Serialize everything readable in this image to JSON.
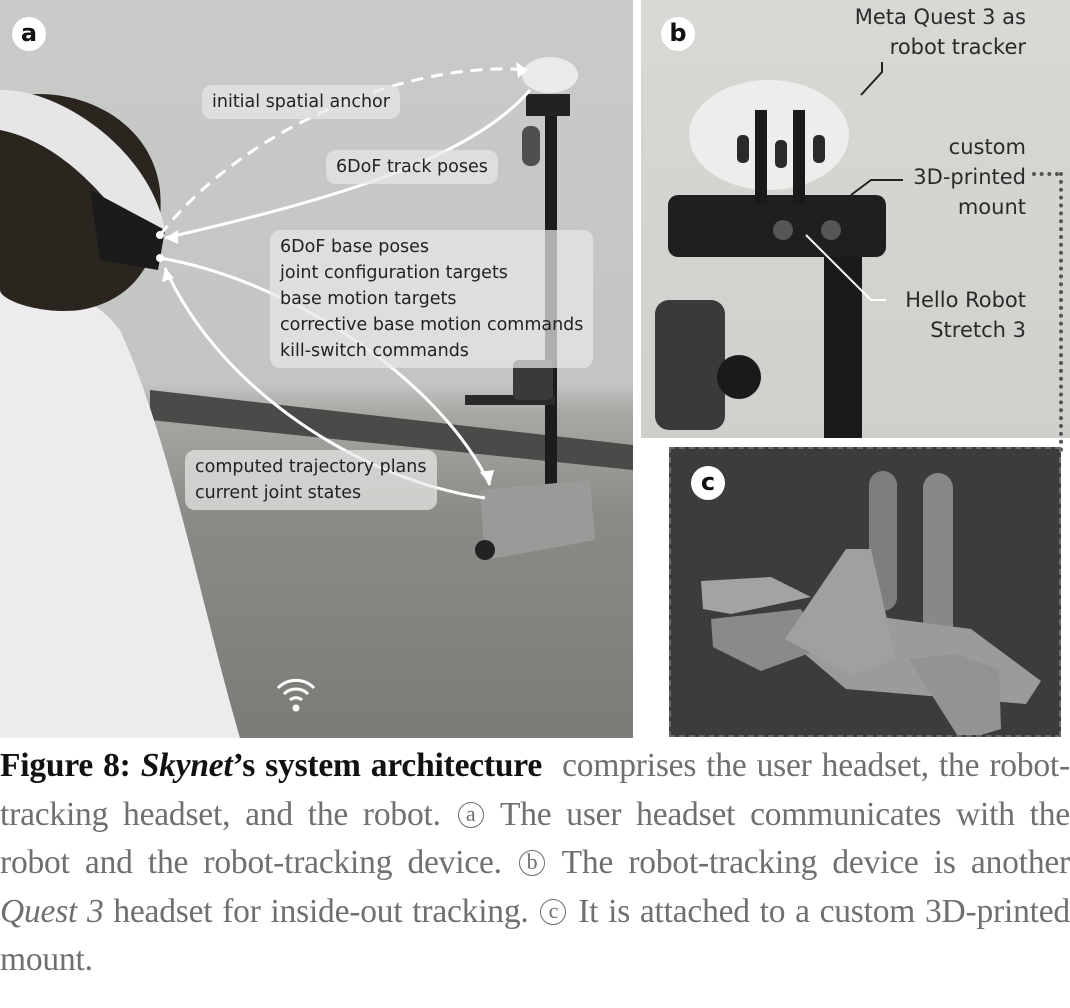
{
  "figure": {
    "panels": {
      "a": {
        "badge": "a",
        "labels": {
          "anchor": "initial spatial anchor",
          "track": "6DoF track poses",
          "commands": [
            "6DoF base poses",
            "joint configuration targets",
            "base motion targets",
            "corrective base motion commands",
            "kill-switch commands"
          ],
          "robot_to_user": [
            "computed trajectory plans",
            "current joint states"
          ]
        },
        "icons": [
          "wifi-icon"
        ]
      },
      "b": {
        "badge": "b",
        "callouts": {
          "tracker": [
            "Meta Quest 3 as",
            "robot tracker"
          ],
          "mount": [
            "custom",
            "3D-printed",
            "mount"
          ],
          "robot": [
            "Hello Robot",
            "Stretch 3"
          ]
        }
      },
      "c": {
        "badge": "c"
      }
    },
    "caption": {
      "figure_label": "Figure 8:",
      "title_italic": "Skynet",
      "title_rest": "’s system architecture",
      "part1": "comprises the user headset, the robot-tracking headset, and the robot.",
      "marker_a": "a",
      "part2": "The user headset communicates with the robot and the robot-tracking device.",
      "marker_b": "b",
      "part3": "The robot-tracking device is another",
      "italic_device": "Quest 3",
      "part4": "headset for inside-out tracking.",
      "marker_c": "c",
      "part5": "It is attached to a custom 3D-printed mount."
    }
  }
}
